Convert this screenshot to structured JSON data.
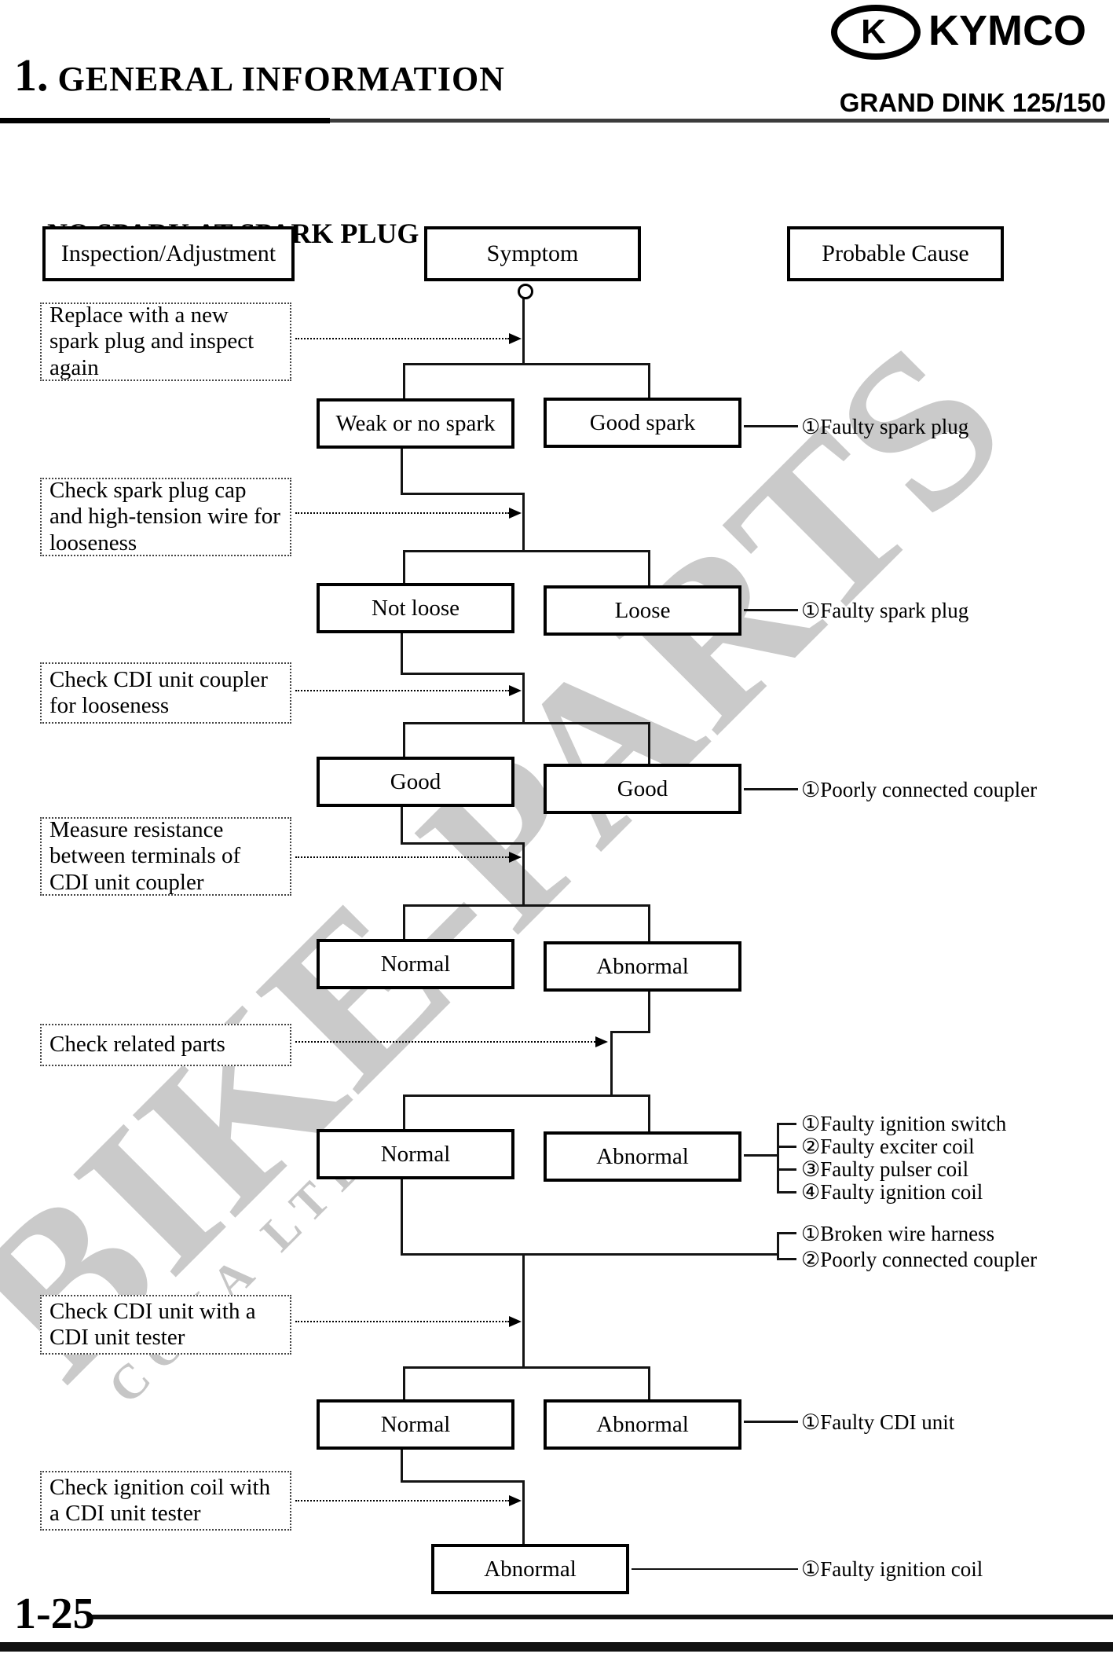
{
  "brand": {
    "logo_k": "K",
    "logo_text": "KYMCO",
    "model": "GRAND DINK 125/150"
  },
  "header": {
    "chapter_number": "1.",
    "chapter_title": "GENERAL INFORMATION"
  },
  "section_title": "NO SPARK AT SPARK PLUG",
  "columns": {
    "inspection": "Inspection/Adjustment",
    "symptom": "Symptom",
    "cause": "Probable Cause"
  },
  "watermark": {
    "main": "BIKE-PARTS",
    "sub": "COXA LTD"
  },
  "flow": {
    "inspections": [
      "Replace with a new spark plug and inspect again",
      "Check spark plug cap and high-tension wire for looseness",
      "Check CDI unit coupler for looseness",
      "Measure resistance between terminals of CDI unit coupler",
      "Check related parts",
      "Check CDI unit with a CDI unit tester",
      "Check ignition coil with a CDI unit tester"
    ],
    "stages": [
      {
        "left": "Weak or no spark",
        "right": "Good spark",
        "causes": [
          "①Faulty spark plug"
        ]
      },
      {
        "left": "Not loose",
        "right": "Loose",
        "causes": [
          "①Faulty spark plug"
        ]
      },
      {
        "left": "Good",
        "right": "Good",
        "causes": [
          "①Poorly connected coupler"
        ]
      },
      {
        "left": "Normal",
        "right": "Abnormal",
        "causes": []
      },
      {
        "left": "Normal",
        "right": "Abnormal",
        "causes": [
          "①Faulty ignition switch",
          "②Faulty exciter coil",
          "③Faulty pulser coil",
          "④Faulty ignition coil"
        ],
        "extra_causes": [
          "①Broken wire harness",
          "②Poorly connected coupler"
        ]
      },
      {
        "left": "Normal",
        "right": "Abnormal",
        "causes": [
          "①Faulty CDI unit"
        ]
      },
      {
        "final": "Abnormal",
        "causes": [
          "①Faulty ignition coil"
        ]
      }
    ]
  },
  "footer": {
    "page_number": "1-25"
  }
}
